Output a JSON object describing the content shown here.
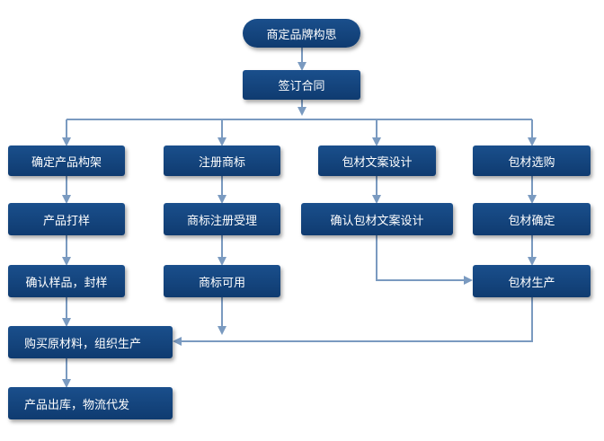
{
  "colors": {
    "box": "#134585",
    "arrow": "#7a9ac0"
  },
  "nodes": {
    "start": "商定品牌构思",
    "contract": "签订合同",
    "c1_step1": "确定产品构架",
    "c1_step2": "产品打样",
    "c1_step3": "确认样品，封样",
    "c2_step1": "注册商标",
    "c2_step2": "商标注册受理",
    "c2_step3": "商标可用",
    "c3_step1": "包材文案设计",
    "c3_step2": "确认包材文案设计",
    "c4_step1": "包材选购",
    "c4_step2": "包材确定",
    "c4_step3": "包材生产",
    "produce": "购买原材料，组织生产",
    "ship": "产品出库，物流代发"
  }
}
